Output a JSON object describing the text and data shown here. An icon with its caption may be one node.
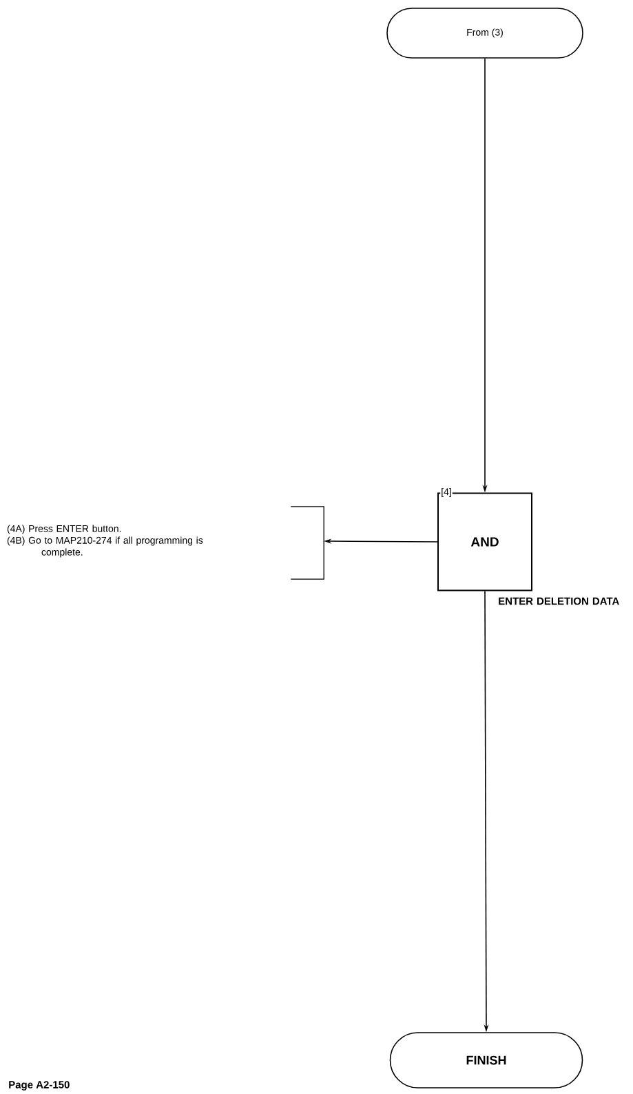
{
  "diagram": {
    "nodes": [
      {
        "text": [
          "From (3)"
        ]
      },
      {
        "text": [
          "AND"
        ],
        "beside": [
          "[4]",
          "ENTER DELETION DATA"
        ]
      },
      {
        "text": [
          "(4A) Press ENTER button.",
          "(4B) Go to MAP210-274 if all programming is complete."
        ]
      },
      {
        "text": [
          "FINISH"
        ]
      }
    ],
    "edges": [
      {
        "from": 0,
        "to": 1,
        "arrow": "to"
      },
      {
        "from": 1,
        "to": 2,
        "arrow": "to"
      },
      {
        "from": 1,
        "to": 3,
        "arrow": "to"
      }
    ],
    "labels": [
      "Page A2-150"
    ]
  }
}
